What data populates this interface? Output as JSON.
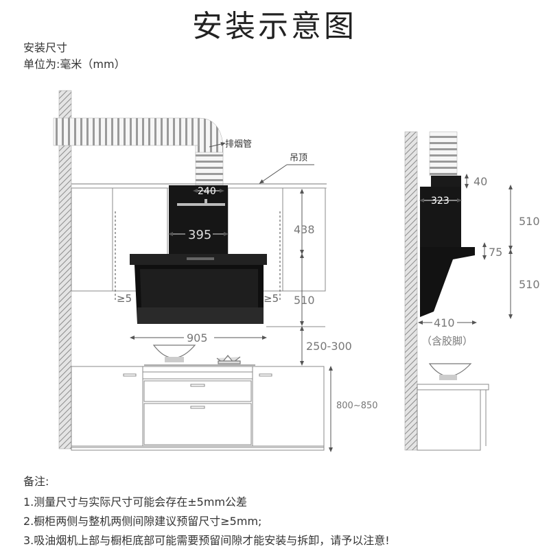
{
  "title": "安装示意图",
  "header": {
    "line1": "安装尺寸",
    "line2": "单位为:毫米（mm）"
  },
  "labels": {
    "duct": "排烟管",
    "ceiling": "吊顶",
    "top_width": "240",
    "body_width": "395",
    "panel_height": "438",
    "gap_left": "≥5",
    "gap_right": "≥5",
    "hood_height": "510",
    "total_width": "905",
    "stove_distance": "250-300",
    "cabinet_height": "800~850",
    "side_top_gap": "40",
    "side_depth_top": "323",
    "side_upper": "510",
    "side_step": "75",
    "side_lower": "510",
    "side_depth": "410",
    "side_depth_note": "（含胶脚）"
  },
  "notes": {
    "heading": "备注:",
    "items": [
      "1.测量尺寸与实际尺寸可能会存在±5mm公差",
      "2.橱柜两侧与整机两侧间隙建议预留尺寸≥5mm;",
      "3.吸油烟机上部与橱柜底部可能需要预留间隙才能安装与拆卸，请予以注意!"
    ]
  },
  "colors": {
    "line": "#555555",
    "hood": "#1a1a1a",
    "wall": "#9a9a9a"
  }
}
